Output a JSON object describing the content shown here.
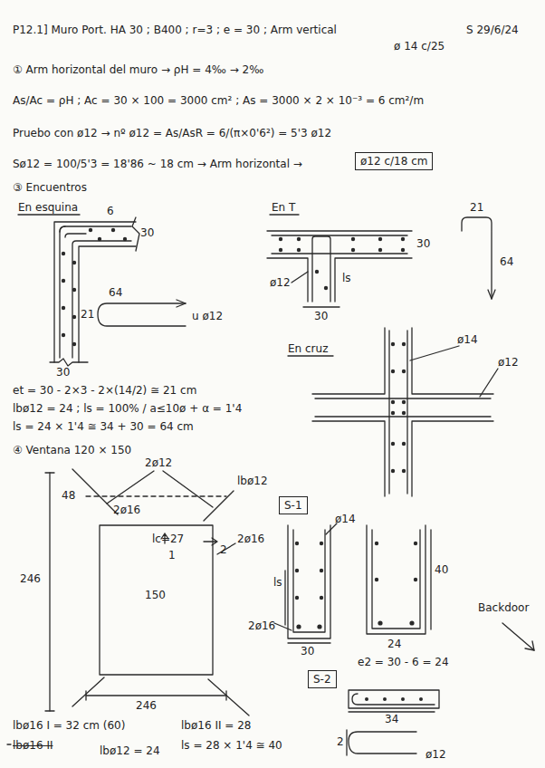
{
  "diagram": {
    "nodes": [
      {
        "text": [
          "ø12 c/18 cm"
        ]
      },
      {
        "text": [
          "S-1"
        ]
      },
      {
        "text": [
          "S-2"
        ]
      }
    ],
    "labels": [
      "P12.1] Muro Port. HA 30 ; B400 ; r=3 ; e = 30 ; Arm vertical",
      "ø 14 c/25",
      "S 29/6/24",
      "① Arm horizontal del muro → ρH = 4‰ → 2‰",
      "As/Ac = ρH ; Ac = 30 × 100 = 3000 cm² ; As = 3000 × 2 × 10⁻³ = 6 cm²/m",
      "Pruebo con ø12 → nº ø12 = As/AsR = 6/(π×0'6²) = 5'3 ø12",
      "Sø12 = 100/5'3 = 18'86 ~ 18 cm → Arm horizontal →",
      "③ Encuentros",
      "En esquina",
      "6",
      "30",
      "64",
      "21",
      "u ø12",
      "30",
      "et = 30 - 2×3 - 2×(14/2) ≅ 21 cm",
      "lbø12 = 24 ; ls = 100% / a≤10ø + α = 1'4",
      "ls = 24 × 1'4 ≅ 34 + 30 = 64 cm",
      "En T",
      "30",
      "ø12",
      "ls",
      "30",
      "21",
      "64",
      "En cruz",
      "ø14",
      "ø12",
      "④ Ventana 120 × 150",
      "2ø12",
      "48",
      "2ø16",
      "lbø12",
      "lc=27",
      "1",
      "2",
      "150",
      "2ø16",
      "246",
      "246",
      "ø14",
      "ls",
      "2ø16",
      "30",
      "40",
      "24",
      "e2 = 30 - 6 = 24",
      "Backdoor",
      "34",
      "2",
      "ø12",
      "lbø16 I = 32 cm (60)",
      "lbø16 II",
      "lbø12 = 24",
      "lbø16 II = 28",
      "ls = 28 × 1'4 ≅ 40"
    ]
  }
}
